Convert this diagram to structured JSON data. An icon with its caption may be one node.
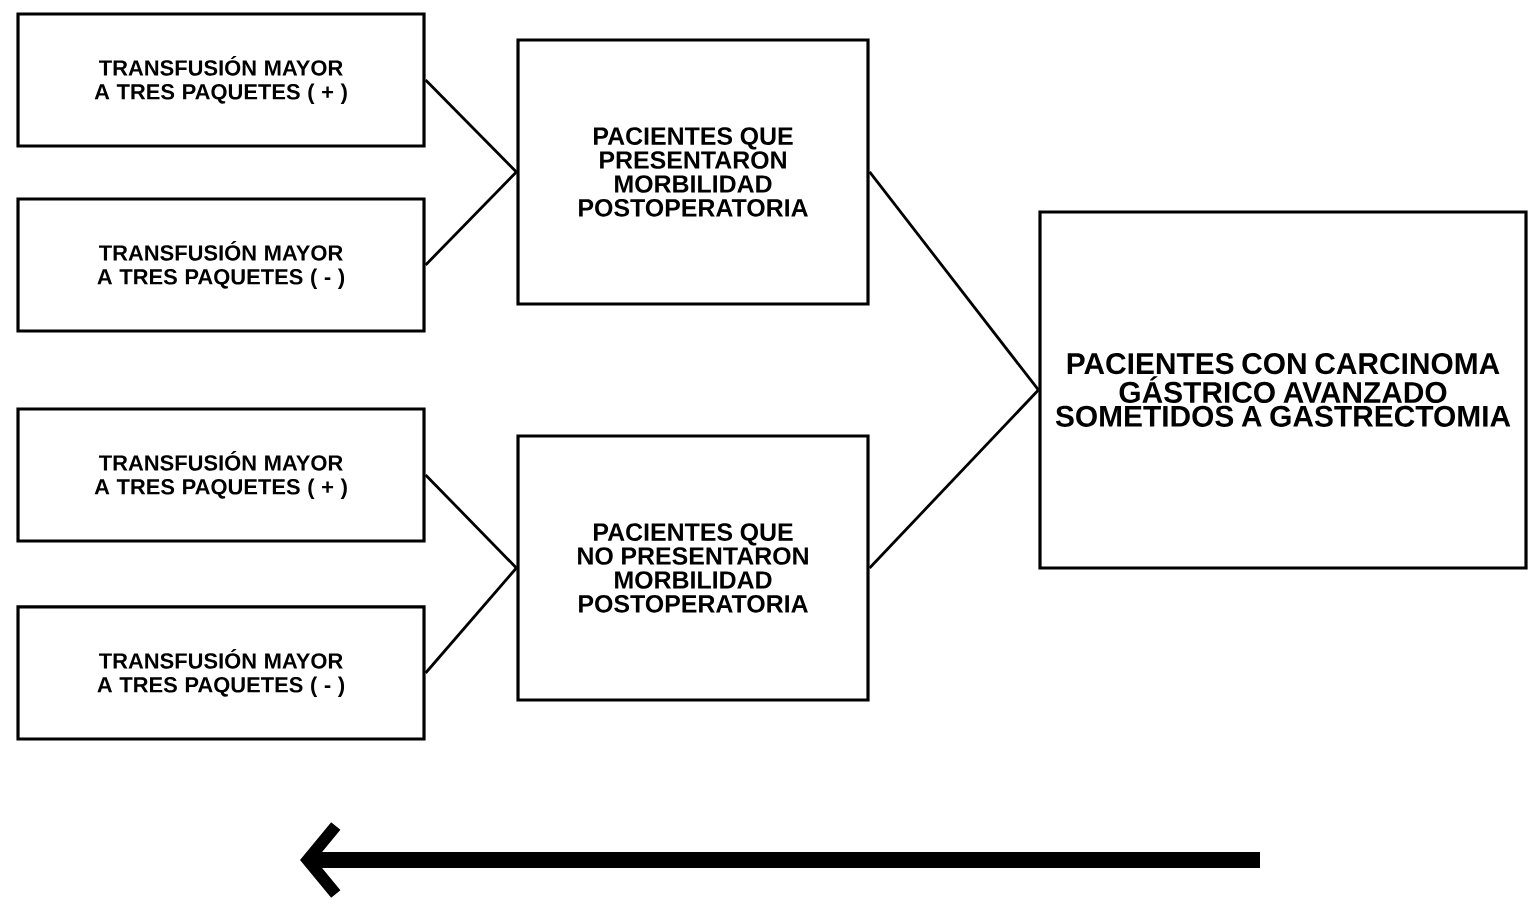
{
  "diagram": {
    "nodes": [
      {
        "text": [
          "TRANSFUSIÓN MAYOR A TRES PAQUETES ( + )"
        ]
      },
      {
        "text": [
          "PACIENTES QUE PRESENTARON MORBILIDAD POSTOPERATORIA"
        ]
      },
      {
        "text": [
          "TRANSFUSIÓN MAYOR A TRES PAQUETES ( - )"
        ]
      },
      {
        "text": [
          "PACIENTES CON CARCINOMA GÁSTRICO AVANZADO SOMETIDOS A GASTRECTOMIA"
        ]
      },
      {
        "text": [
          "TRANSFUSIÓN MAYOR A TRES PAQUETES ( + )"
        ]
      },
      {
        "text": [
          "PACIENTES QUE NO PRESENTARON MORBILIDAD POSTOPERATORIA"
        ]
      },
      {
        "text": [
          "TRANSFUSIÓN MAYOR A TRES PAQUETES ( - )"
        ]
      }
    ],
    "edges": [
      {
        "from": 0,
        "to": 1,
        "arrow": "none"
      },
      {
        "from": 2,
        "to": 1,
        "arrow": "none"
      },
      {
        "from": 1,
        "to": 3,
        "arrow": "none"
      },
      {
        "from": 5,
        "to": 3,
        "arrow": "none"
      },
      {
        "from": 4,
        "to": 5,
        "arrow": "none"
      },
      {
        "from": 6,
        "to": 5,
        "arrow": "none"
      }
    ]
  }
}
